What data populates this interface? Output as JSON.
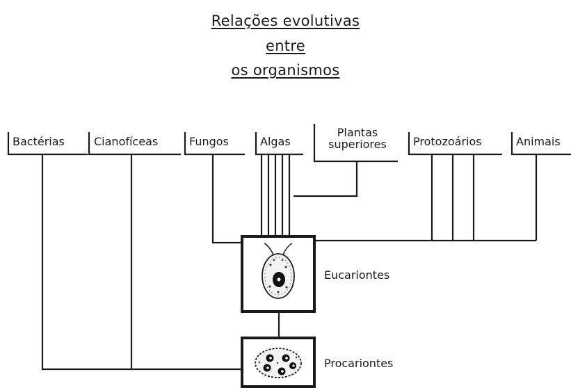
{
  "title": {
    "line1": "Relações evolutivas",
    "line2": "entre",
    "line3": "os organismos"
  },
  "groups": {
    "bacterias": "Bactérias",
    "cianoficeas": "Cianofíceas",
    "fungos": "Fungos",
    "algas": "Algas",
    "plantas_line1": "Plantas",
    "plantas_line2": "superiores",
    "protozoarios": "Protozoários",
    "animais": "Animais"
  },
  "cells": {
    "eucariontes": "Eucariontes",
    "procariontes": "Procariontes"
  },
  "colors": {
    "line": "#1a1a1a",
    "background": "#ffffff"
  }
}
